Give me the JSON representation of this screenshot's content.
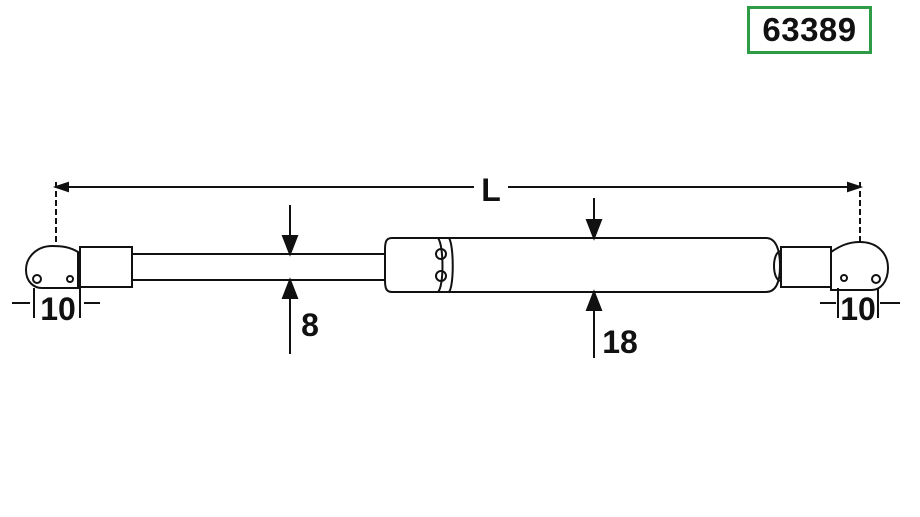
{
  "part_number": "63389",
  "colors": {
    "badge_border": "#2e9b47",
    "ink": "#111111"
  },
  "dimensions": {
    "length_label": "L",
    "rod_diameter": "8",
    "body_diameter": "18",
    "left_end_fitting": "10",
    "right_end_fitting": "10"
  }
}
